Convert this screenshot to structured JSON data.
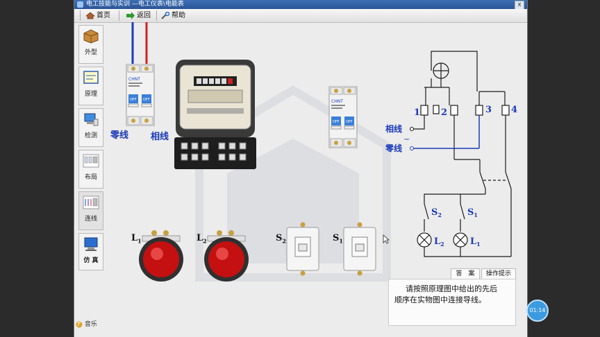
{
  "window": {
    "title": "电工技能与实训 —电工仪表\\电能表",
    "close_label": "x"
  },
  "toolbar": {
    "home_label": "首页",
    "back_label": "返回",
    "help_label": "帮助"
  },
  "sidebar": {
    "items": [
      {
        "label": "外型",
        "icon": "box-icon"
      },
      {
        "label": "原理",
        "icon": "diagram-icon"
      },
      {
        "label": "检测",
        "icon": "computer-icon"
      },
      {
        "label": "布局",
        "icon": "layout-icon"
      },
      {
        "label": "连线",
        "icon": "wiring-icon"
      },
      {
        "label": "仿 真",
        "icon": "monitor-icon"
      }
    ]
  },
  "workspace": {
    "neutral_label": "零线",
    "phase_label": "相线",
    "lamp1": "L",
    "lamp1_sub": "1",
    "lamp2": "L",
    "lamp2_sub": "2",
    "switch2": "S",
    "switch2_sub": "2",
    "switch1": "S",
    "switch1_sub": "1",
    "breaker_brand": "CHNT",
    "breaker_off": "OFF"
  },
  "schematic": {
    "terminal1": "1",
    "terminal2": "2",
    "terminal3": "3",
    "terminal4": "4",
    "phase_label": "相线",
    "neutral_label": "零线",
    "ac_symbol": "~",
    "s2": "S",
    "s2_sub": "2",
    "s1": "S",
    "s1_sub": "1",
    "l2": "L",
    "l2_sub": "2",
    "l1": "L",
    "l1_sub": "1"
  },
  "tabs": {
    "answer": "答　案",
    "tips": "操作提示"
  },
  "hint": {
    "line1": "请按照原理图中给出的先后",
    "line2": "顺序在实物图中连接导线。"
  },
  "music": {
    "label": "音乐"
  },
  "timer": {
    "value": "01:14"
  },
  "colors": {
    "phase_wire": "#d22020",
    "neutral_wire": "#1a3ab8",
    "label_blue": "#1a3ab8",
    "lamp_red": "#c41010"
  }
}
